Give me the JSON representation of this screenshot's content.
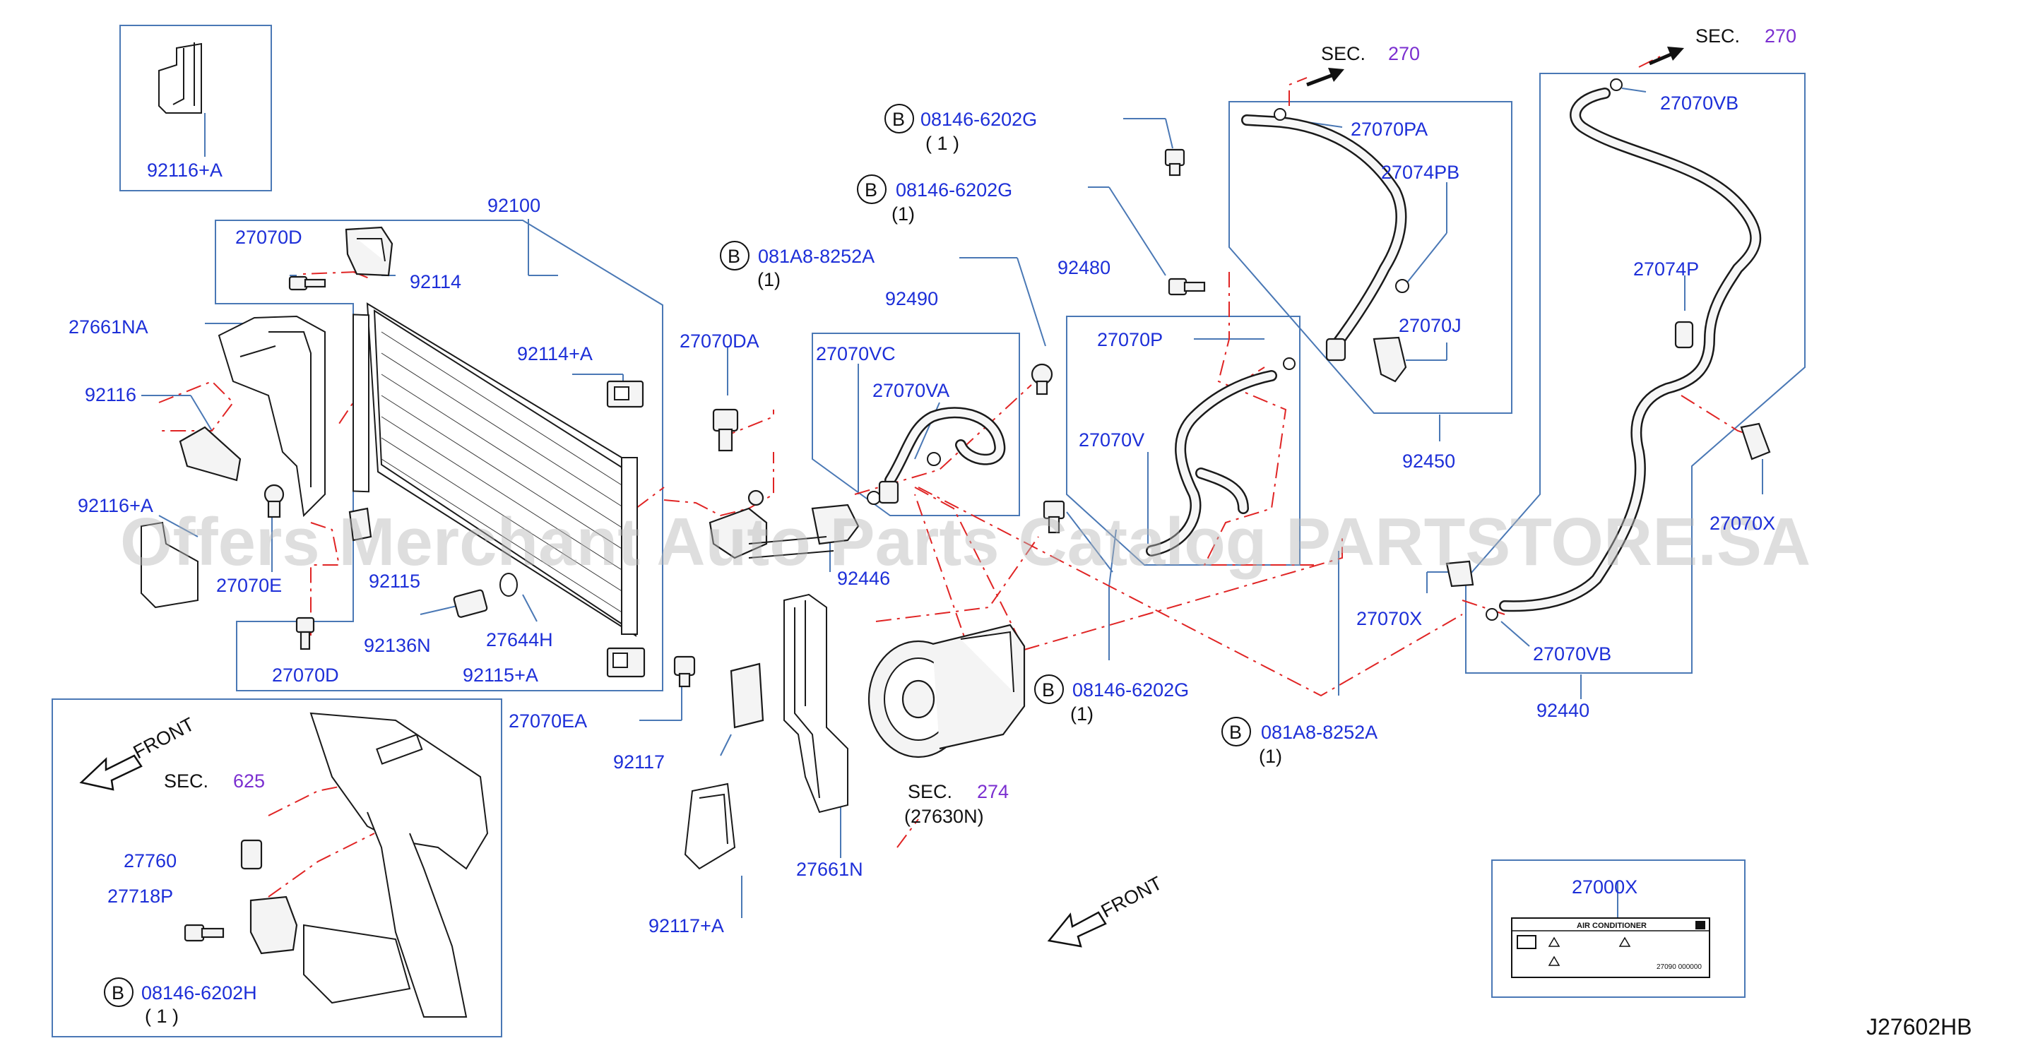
{
  "diagram_id": "J27602HB",
  "watermark": "Offers Merchant Auto Parts Catalog PARTSTORE.SA",
  "bolt_marker": "B",
  "labels": {
    "p92116A_top": "92116+A",
    "p92100": "92100",
    "p27070D": "27070D",
    "p92114": "92114",
    "p27661NA": "27661NA",
    "p92116": "92116",
    "p92116A_mid": "92116+A",
    "p27070E": "27070E",
    "p92114A": "92114+A",
    "p92115": "92115",
    "p92136N": "92136N",
    "p27644H": "27644H",
    "p27070D_low": "27070D",
    "p92115A": "92115+A",
    "p27070DA": "27070DA",
    "p92490": "92490",
    "p27070VC": "27070VC",
    "p27070VA": "27070VA",
    "p92446": "92446",
    "p27070EA": "27070EA",
    "p92117": "92117",
    "p92117A": "92117+A",
    "p27661N": "27661N",
    "p92480": "92480",
    "p27070P": "27070P",
    "p27070V": "27070V",
    "p27070PA": "27070PA",
    "p27074PB": "27074PB",
    "p27070J": "27070J",
    "p92450": "92450",
    "p27070VB_top": "27070VB",
    "p27074P": "27074P",
    "p27070X_right": "27070X",
    "p27070X": "27070X",
    "p27070VB": "27070VB",
    "p92440": "92440",
    "p27000X": "27000X",
    "p27760": "27760",
    "p27718P": "27718P"
  },
  "bolts": {
    "b1": {
      "code": "08146-6202G",
      "qty": "( 1 )"
    },
    "b2": {
      "code": "08146-6202G",
      "qty": "(1)"
    },
    "b3": {
      "code": "081A8-8252A",
      "qty": "(1)"
    },
    "b4": {
      "code": "08146-6202G",
      "qty": "(1)"
    },
    "b5": {
      "code": "081A8-8252A",
      "qty": "(1)"
    },
    "b6": {
      "code": "08146-6202H",
      "qty": "( 1 )"
    }
  },
  "sections": {
    "s270a": {
      "prefix": "SEC.",
      "num": "270"
    },
    "s270b": {
      "prefix": "SEC.",
      "num": "270"
    },
    "s274": {
      "prefix": "SEC.",
      "num": "274",
      "sub": "(27630N)"
    },
    "s625": {
      "prefix": "SEC.",
      "num": "625"
    }
  },
  "front_labels": {
    "left": "FRONT",
    "center": "FRONT"
  },
  "label_sticker": {
    "title": "AIR CONDITIONER",
    "code": "27090 000000"
  }
}
